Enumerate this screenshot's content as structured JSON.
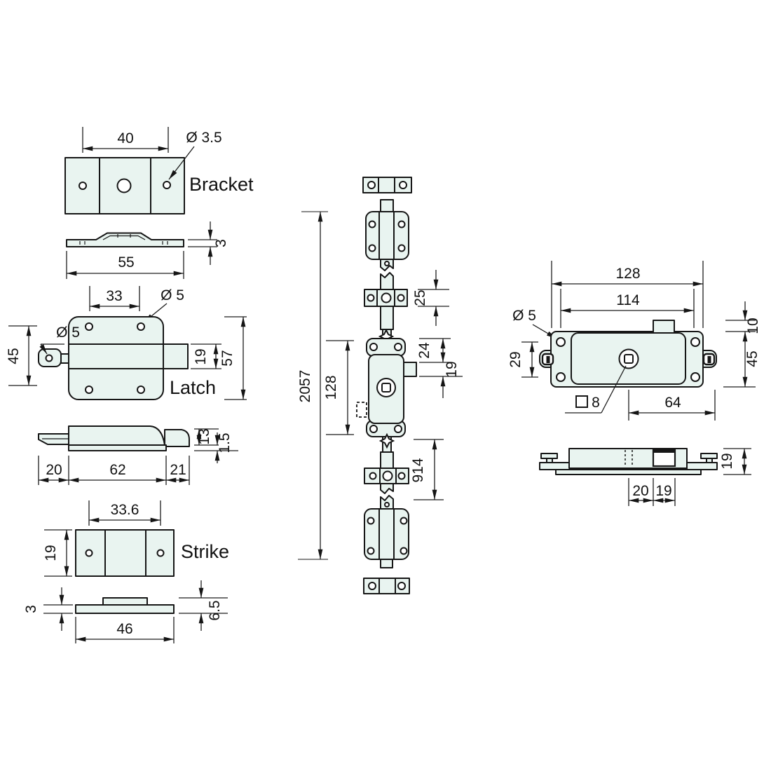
{
  "colors": {
    "part_fill": "#e9f4f0",
    "outline": "#161616",
    "dim_line": "#1c1c1c",
    "ext_gray": "#8a8a8a",
    "text_color": "#111111",
    "page_bg": "#ffffff"
  },
  "bracket": {
    "label": "Bracket",
    "d40": "40",
    "dhole": "Ø 3.5",
    "d3": "3",
    "d55": "55"
  },
  "latch": {
    "label": "Latch",
    "d33": "33",
    "dhole_top": "Ø 5",
    "dhole_left": "Ø 5",
    "d45": "45",
    "d19": "19",
    "d57": "57",
    "d13": "13",
    "d15": "1.5",
    "d20": "20",
    "d62": "62",
    "d21": "21"
  },
  "strike": {
    "label": "Strike",
    "d336": "33.6",
    "d19": "19",
    "d3": "3",
    "d65": "6.5",
    "d46": "46"
  },
  "assembly": {
    "d2057": "2057",
    "d128": "128",
    "d25": "25",
    "d24": "24",
    "d19": "19",
    "d914": "914"
  },
  "lock_top": {
    "d128": "128",
    "d114": "114",
    "dhole": "Ø 5",
    "d29": "29",
    "d10": "10",
    "d45": "45",
    "d8": "8",
    "d64": "64"
  },
  "lock_side": {
    "d19": "19",
    "d20": "20",
    "d19b": "19"
  }
}
